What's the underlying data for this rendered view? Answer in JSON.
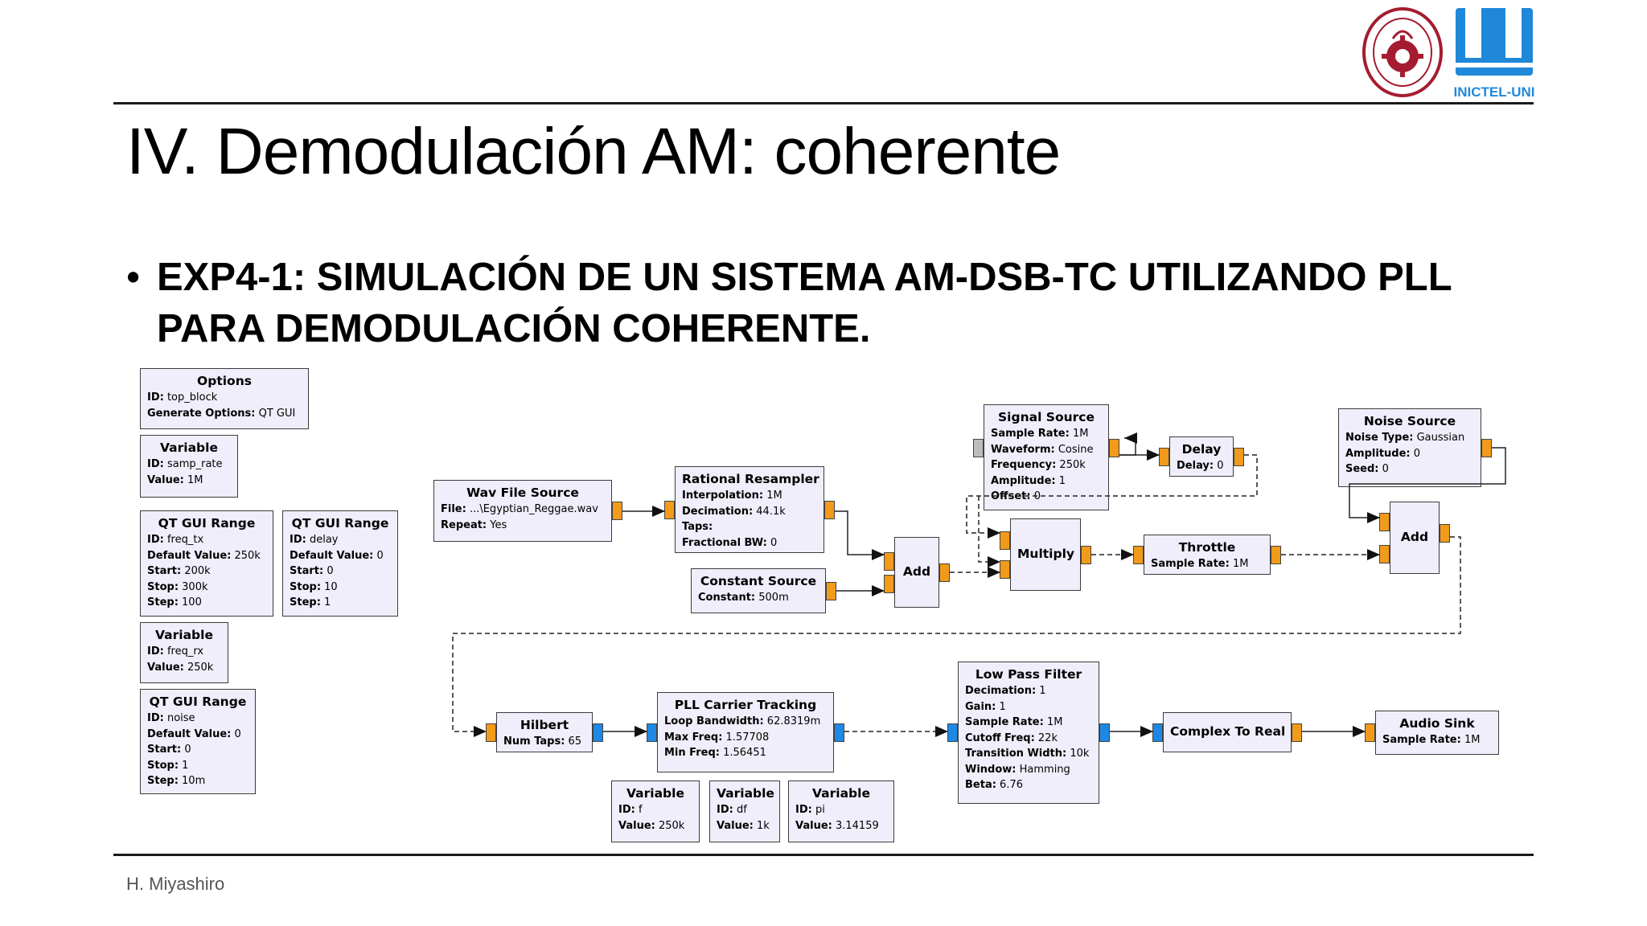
{
  "slide": {
    "title_main": "IV. Demodulación AM:",
    "title_sub": " coherente",
    "bullet_symbol": "•",
    "bullet_line1": "EXP4-1: SIMULACIÓN DE UN SISTEMA AM-DSB-TC UTILIZANDO PLL",
    "bullet_line2": "PARA DEMODULACIÓN COHERENTE.",
    "footer": "H. Miyashiro",
    "logos": [
      "uni-seal-logo",
      "inictel-uni-logo"
    ],
    "logo_text": "INICTEL-UNI",
    "colors": {
      "accent_red": "#a51c30",
      "inictel_blue": "#1f88d9",
      "port_orange": "#f29a1a",
      "port_blue": "#1e88e5",
      "block_fill": "#efeefa"
    }
  },
  "blocks": [
    {
      "name": "options",
      "title": "Options",
      "params": [
        {
          "k": "ID:",
          "v": " top_block"
        },
        {
          "k": "Generate Options:",
          "v": " QT GUI"
        }
      ]
    },
    {
      "name": "variable-samp-rate",
      "title": "Variable",
      "params": [
        {
          "k": "ID:",
          "v": " samp_rate"
        },
        {
          "k": "Value:",
          "v": " 1M"
        }
      ]
    },
    {
      "name": "qt-gui-range-freq-tx",
      "title": "QT GUI Range",
      "params": [
        {
          "k": "ID:",
          "v": " freq_tx"
        },
        {
          "k": "Default Value:",
          "v": " 250k"
        },
        {
          "k": "Start:",
          "v": " 200k"
        },
        {
          "k": "Stop:",
          "v": " 300k"
        },
        {
          "k": "Step:",
          "v": " 100"
        }
      ]
    },
    {
      "name": "qt-gui-range-delay",
      "title": "QT GUI Range",
      "params": [
        {
          "k": "ID:",
          "v": " delay"
        },
        {
          "k": "Default Value:",
          "v": " 0"
        },
        {
          "k": "Start:",
          "v": " 0"
        },
        {
          "k": "Stop:",
          "v": " 10"
        },
        {
          "k": "Step:",
          "v": " 1"
        }
      ]
    },
    {
      "name": "variable-freq-rx",
      "title": "Variable",
      "params": [
        {
          "k": "ID:",
          "v": " freq_rx"
        },
        {
          "k": "Value:",
          "v": " 250k"
        }
      ]
    },
    {
      "name": "qt-gui-range-noise",
      "title": "QT GUI Range",
      "params": [
        {
          "k": "ID:",
          "v": " noise"
        },
        {
          "k": "Default Value:",
          "v": " 0"
        },
        {
          "k": "Start:",
          "v": " 0"
        },
        {
          "k": "Stop:",
          "v": " 1"
        },
        {
          "k": "Step:",
          "v": " 10m"
        }
      ]
    },
    {
      "name": "wav-file-source",
      "title": "Wav File Source",
      "params": [
        {
          "k": "File:",
          "v": " ...\\Egyptian_Reggae.wav"
        },
        {
          "k": "Repeat:",
          "v": " Yes"
        }
      ]
    },
    {
      "name": "rational-resampler",
      "title": "Rational Resampler",
      "params": [
        {
          "k": "Interpolation:",
          "v": " 1M"
        },
        {
          "k": "Decimation:",
          "v": " 44.1k"
        },
        {
          "k": "Taps:",
          "v": ""
        },
        {
          "k": "Fractional BW:",
          "v": " 0"
        }
      ]
    },
    {
      "name": "constant-source",
      "title": "Constant Source",
      "params": [
        {
          "k": "Constant:",
          "v": " 500m"
        }
      ]
    },
    {
      "name": "add-1",
      "title": "Add",
      "params": []
    },
    {
      "name": "signal-source",
      "title": "Signal Source",
      "params": [
        {
          "k": "Sample Rate:",
          "v": " 1M"
        },
        {
          "k": "Waveform:",
          "v": " Cosine"
        },
        {
          "k": "Frequency:",
          "v": " 250k"
        },
        {
          "k": "Amplitude:",
          "v": " 1"
        },
        {
          "k": "Offset:",
          "v": " 0"
        }
      ]
    },
    {
      "name": "delay",
      "title": "Delay",
      "params": [
        {
          "k": "Delay:",
          "v": " 0"
        }
      ]
    },
    {
      "name": "multiply",
      "title": "Multiply",
      "params": []
    },
    {
      "name": "throttle",
      "title": "Throttle",
      "params": [
        {
          "k": "Sample Rate:",
          "v": " 1M"
        }
      ]
    },
    {
      "name": "noise-source",
      "title": "Noise Source",
      "params": [
        {
          "k": "Noise Type:",
          "v": " Gaussian"
        },
        {
          "k": "Amplitude:",
          "v": " 0"
        },
        {
          "k": "Seed:",
          "v": " 0"
        }
      ]
    },
    {
      "name": "add-2",
      "title": "Add",
      "params": []
    },
    {
      "name": "hilbert",
      "title": "Hilbert",
      "params": [
        {
          "k": "Num Taps:",
          "v": " 65"
        }
      ]
    },
    {
      "name": "pll-carrier-tracking",
      "title": "PLL Carrier Tracking",
      "params": [
        {
          "k": "Loop Bandwidth:",
          "v": " 62.8319m"
        },
        {
          "k": "Max Freq:",
          "v": " 1.57708"
        },
        {
          "k": "Min Freq:",
          "v": " 1.56451"
        }
      ]
    },
    {
      "name": "variable-f",
      "title": "Variable",
      "params": [
        {
          "k": "ID:",
          "v": " f"
        },
        {
          "k": "Value:",
          "v": " 250k"
        }
      ]
    },
    {
      "name": "variable-df",
      "title": "Variable",
      "params": [
        {
          "k": "ID:",
          "v": " df"
        },
        {
          "k": "Value:",
          "v": " 1k"
        }
      ]
    },
    {
      "name": "variable-pi",
      "title": "Variable",
      "params": [
        {
          "k": "ID:",
          "v": " pi"
        },
        {
          "k": "Value:",
          "v": " 3.14159"
        }
      ]
    },
    {
      "name": "low-pass-filter",
      "title": "Low Pass Filter",
      "params": [
        {
          "k": "Decimation:",
          "v": " 1"
        },
        {
          "k": "Gain:",
          "v": " 1"
        },
        {
          "k": "Sample Rate:",
          "v": " 1M"
        },
        {
          "k": "Cutoff Freq:",
          "v": " 22k"
        },
        {
          "k": "Transition Width:",
          "v": " 10k"
        },
        {
          "k": "Window:",
          "v": " Hamming"
        },
        {
          "k": "Beta:",
          "v": " 6.76"
        }
      ]
    },
    {
      "name": "complex-to-real",
      "title": "Complex To Real",
      "params": []
    },
    {
      "name": "audio-sink",
      "title": "Audio Sink",
      "params": [
        {
          "k": "Sample Rate:",
          "v": " 1M"
        }
      ]
    }
  ]
}
